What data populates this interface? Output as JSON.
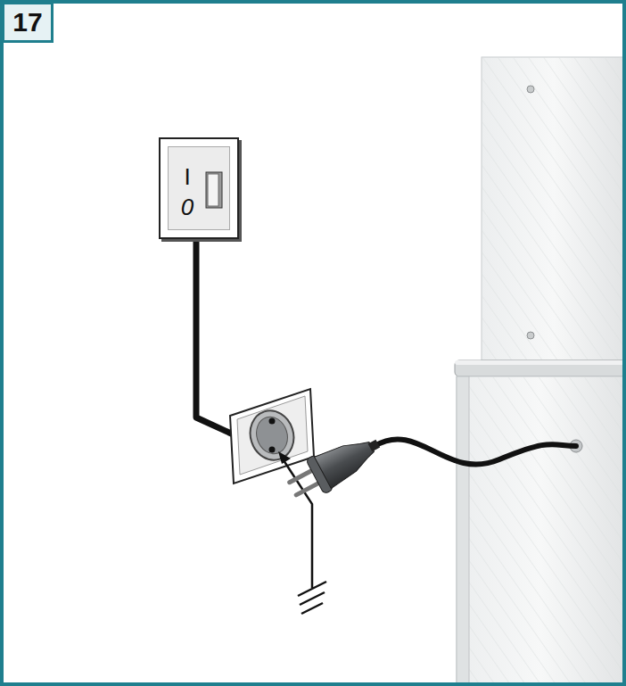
{
  "diagram": {
    "nodes": [
      {
        "text": [
          "17"
        ]
      },
      {
        "text": [
          "I",
          "0"
        ]
      }
    ]
  }
}
